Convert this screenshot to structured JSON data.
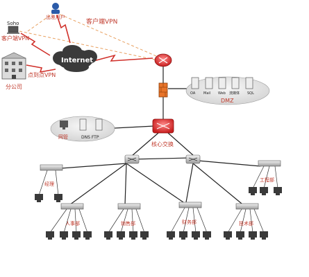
{
  "labels": {
    "mobile_user": "出差用户",
    "client_vpn_top": "客户端VPN",
    "soho": "Soho",
    "soho_vpn": "客户端VPN",
    "internet": "Internet",
    "branch": "分公司",
    "p2p_vpn": "点到点VPN",
    "dmz": "DMZ",
    "dmz_servers": [
      "OA",
      "Mail",
      "Web",
      "流媒体",
      "SQL"
    ],
    "mgmt": "网管",
    "dns_ftp": "DNS  FTP",
    "core_switch": "核心交换",
    "dept_manager": "经理",
    "dept_eng": "工程部",
    "dept_hr": "人事部",
    "dept_sales": "销售部",
    "dept_finance": "财务部",
    "dept_tech": "技术部"
  },
  "colors": {
    "red_text": "#c0392b",
    "link_red": "#d0302a",
    "link_dash": "#e8a060",
    "cloud": "#3a3a3a",
    "ellipse": "#e6e6e6",
    "router": "#e33b3b",
    "firewall": "#e8742a",
    "switch": "#cfcfcf"
  }
}
